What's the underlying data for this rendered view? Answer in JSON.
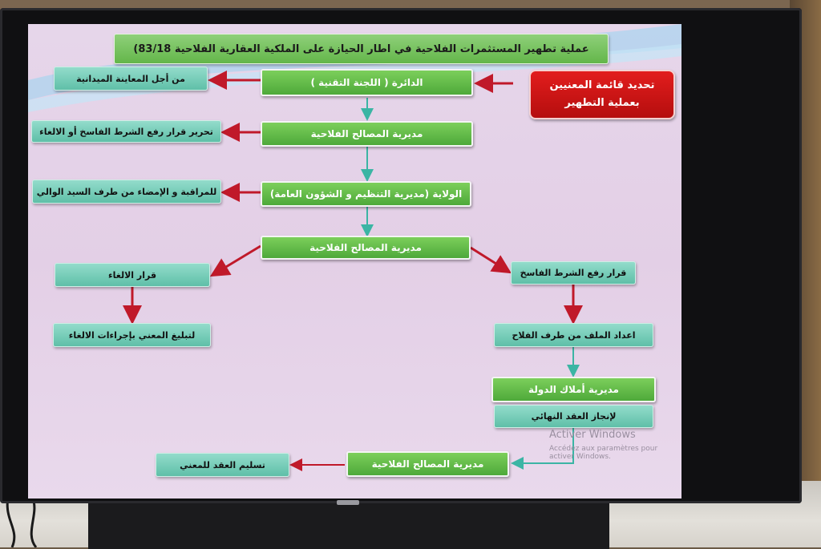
{
  "title": "عملية تطهير المستثمرات الفلاحية في اطار الحيازة على الملكية العقارية الفلاحية  83/18)",
  "red_box": "تحديد قائمة المعنيين بعملية التطهير",
  "main_column": [
    "الدائرة ( اللجنة التقنية )",
    "مديرية المصالح الفلاحية",
    "الولاية (مديرية التنظيم و الشؤون العامة)",
    "مديرية المصالح الفلاحية"
  ],
  "side_notes": [
    "من أجل المعاينة الميدانية",
    "تحرير قرار رفع الشرط الفاسخ أو الالغاء",
    "للمراقبة و الإمضاء من طرف السيد الوالي"
  ],
  "left_branch": {
    "decision": "قرار الالغاء",
    "notify": "لتبليغ المعني بإجراءات الالغاء"
  },
  "right_branch": {
    "decision": "قرار رفع الشرط الفاسخ",
    "file_prep": "اعداد الملف من طرف الفلاح",
    "state_property": "مديرية أملاك الدولة",
    "final_contract": "لإنجاز العقد النهائي"
  },
  "bottom": {
    "services": "مديرية المصالح الفلاحية",
    "delivery": "تسليم العقد للمعني"
  },
  "watermark": {
    "line1": "Activer Windows",
    "line2": "Accédez aux paramètres pour activer Windows."
  },
  "colors": {
    "green_box": "#4ea93a",
    "teal_box": "#5fbfa8",
    "red_box": "#b50e0e",
    "red_arrow": "#c0192a",
    "teal_arrow": "#3bb5a4"
  }
}
